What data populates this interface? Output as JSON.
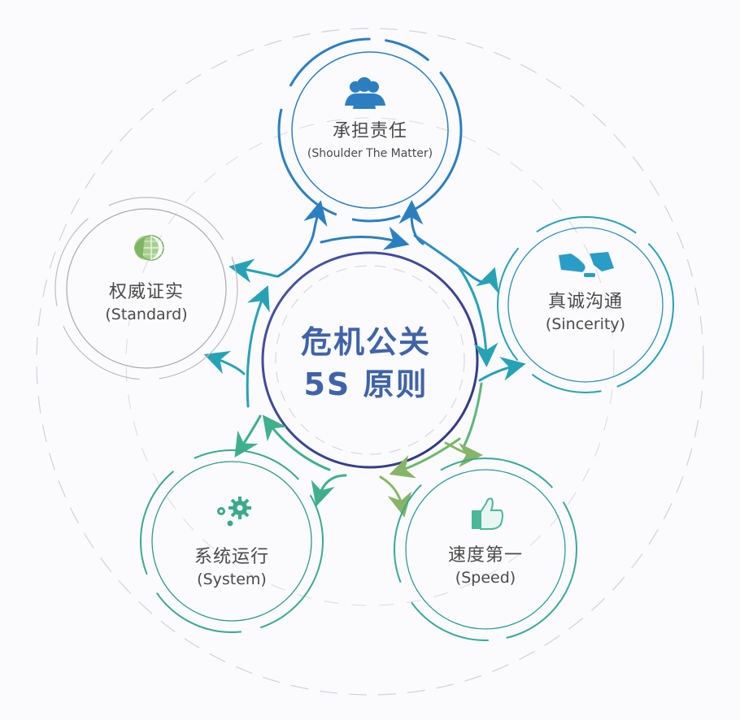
{
  "center": {
    "line1": "危机公关",
    "line2": "5S 原则",
    "color": "#3f63a8"
  },
  "nodes": [
    {
      "id": "shoulder",
      "cn": "承担责任",
      "en": "(Shoulder The Matter)",
      "icon": "people-icon",
      "color": "#2b7fc1"
    },
    {
      "id": "sincerity",
      "cn": "真诚沟通",
      "en": "(Sincerity)",
      "icon": "handshake-icon",
      "color": "#2a9cc8"
    },
    {
      "id": "speed",
      "cn": "速度第一",
      "en": "(Speed)",
      "icon": "thumbs-up-icon",
      "color": "#4bb69a"
    },
    {
      "id": "system",
      "cn": "系统运行",
      "en": "(System)",
      "icon": "gears-icon",
      "color": "#3aaa8c"
    },
    {
      "id": "standard",
      "cn": "权威证实",
      "en": "(Standard)",
      "icon": "globe-icon",
      "color": "#7fbf6a"
    }
  ],
  "colors": {
    "blue": "#2b7fc1",
    "teal": "#27a2b5",
    "green": "#3fb08a",
    "olive": "#86b565",
    "navy": "#3a3d8f",
    "dashed": "#c9ccd6"
  }
}
